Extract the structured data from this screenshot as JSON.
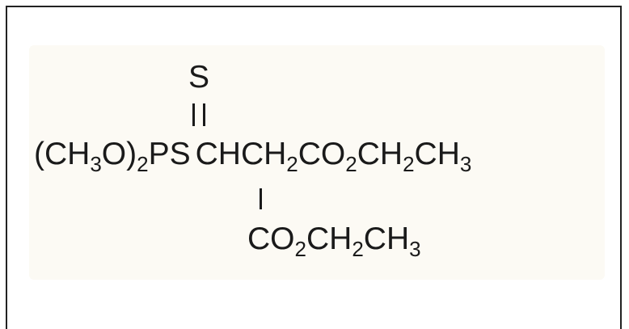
{
  "structure": {
    "sulfur_double": "S",
    "main_chain": {
      "methoxy_group": [
        "(CH",
        "3",
        "O)",
        "2"
      ],
      "phosphorus_sulfur": "PS",
      "chain": [
        "CHCH",
        "2",
        "CO",
        "2",
        "CH",
        "2",
        "CH",
        "3"
      ]
    },
    "branch": [
      "CO",
      "2",
      "CH",
      "2",
      "CH",
      "3"
    ]
  }
}
